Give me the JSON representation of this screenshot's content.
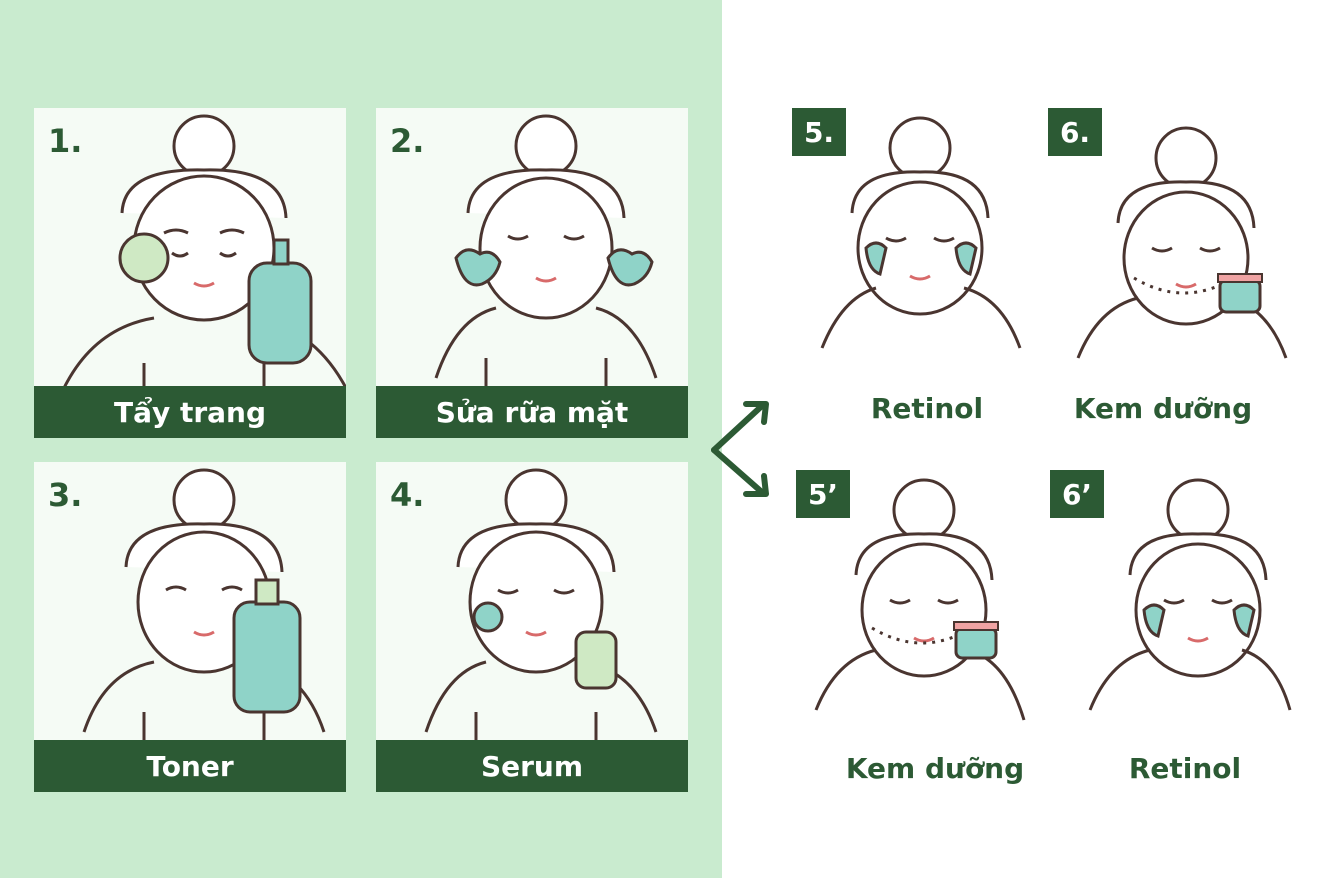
{
  "left_steps": [
    {
      "number": "1.",
      "label": "Tẩy trang"
    },
    {
      "number": "2.",
      "label": "Sửa rữa mặt"
    },
    {
      "number": "3.",
      "label": "Toner"
    },
    {
      "number": "4.",
      "label": "Serum"
    }
  ],
  "right_steps": [
    {
      "number": "5.",
      "label": "Retinol"
    },
    {
      "number": "6.",
      "label": "Kem dưỡng"
    },
    {
      "number": "5’",
      "label": "Kem dưỡng"
    },
    {
      "number": "6’",
      "label": "Retinol"
    }
  ],
  "colors": {
    "panel": "#c9ebcf",
    "card": "#f5fbf5",
    "accent": "#2c5a34",
    "product": "#8fd3c8",
    "line": "#4a3530"
  },
  "icons": [
    "woman-face-icon",
    "cotton-pad-icon",
    "bottle-icon",
    "foam-icon",
    "fork-arrow-icon",
    "cream-jar-icon"
  ]
}
